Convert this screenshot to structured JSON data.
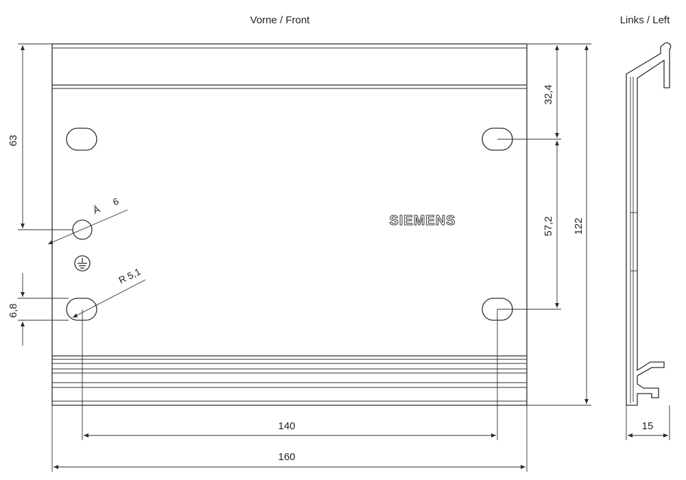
{
  "views": {
    "front_title": "Vorne / Front",
    "left_title": "Links / Left"
  },
  "logo": "SIEMENS",
  "dimensions": {
    "height_total": "122",
    "top_offset": "63",
    "upper_to_hole": "32,4",
    "hole_spacing_vertical": "57,2",
    "slot_height": "6,8",
    "hole_diameter_symbol": "Ä",
    "hole_diameter": "6",
    "radius": "R 5,1",
    "hole_spacing_horizontal": "140",
    "width_total": "160",
    "profile_depth": "15"
  },
  "icons": {
    "ground": "ground-symbol-icon"
  }
}
